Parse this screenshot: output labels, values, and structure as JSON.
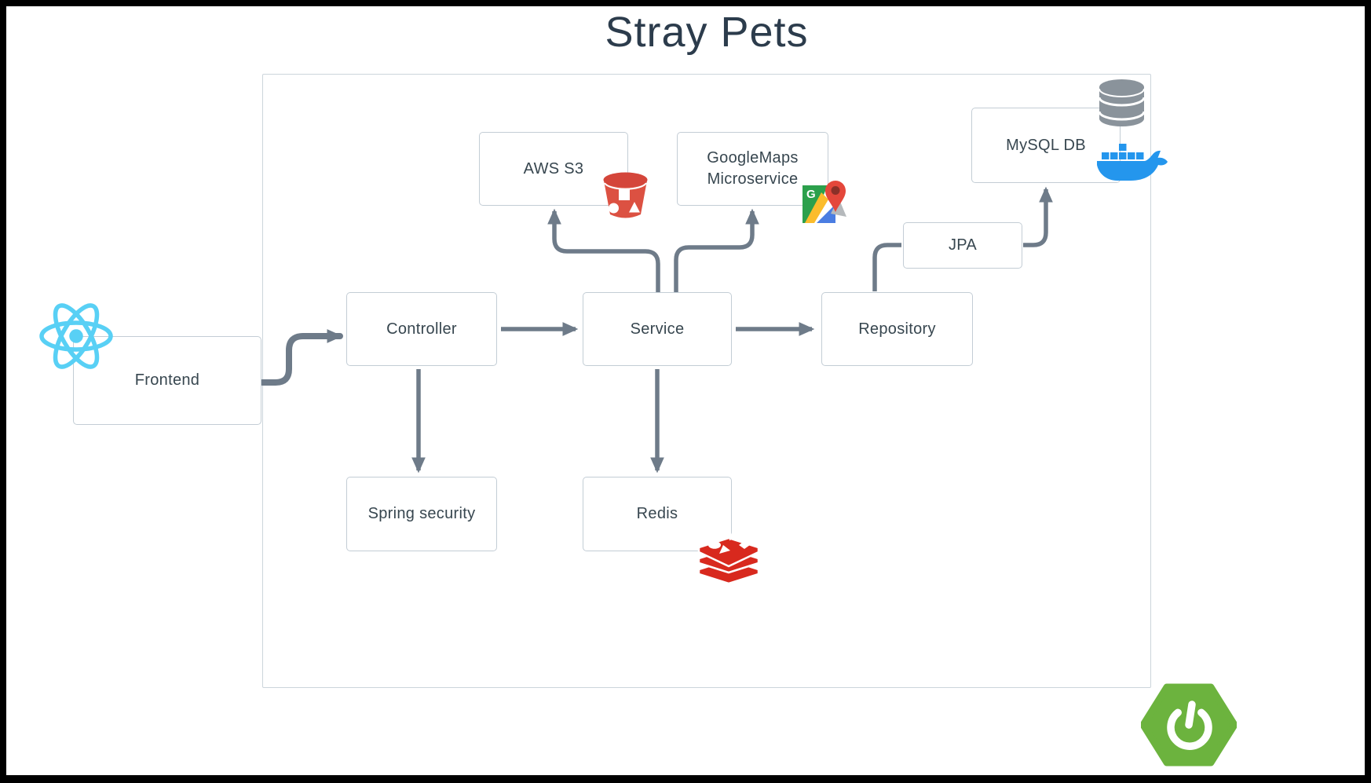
{
  "title": "Stray Pets",
  "nodes": {
    "frontend": {
      "label": "Frontend"
    },
    "controller": {
      "label": "Controller"
    },
    "service": {
      "label": "Service"
    },
    "repository": {
      "label": "Repository"
    },
    "jpa": {
      "label": "JPA"
    },
    "mysql_db": {
      "label": "MySQL DB"
    },
    "aws_s3": {
      "label": "AWS S3"
    },
    "googlemaps_microservice": {
      "line1": "GoogleMaps",
      "line2": "Microservice"
    },
    "spring_security": {
      "label": "Spring security"
    },
    "redis": {
      "label": "Redis"
    }
  },
  "edges": [
    {
      "from": "frontend",
      "to": "controller"
    },
    {
      "from": "controller",
      "to": "service"
    },
    {
      "from": "service",
      "to": "repository"
    },
    {
      "from": "service",
      "to": "aws_s3"
    },
    {
      "from": "service",
      "to": "googlemaps_microservice"
    },
    {
      "from": "repository",
      "to": "jpa"
    },
    {
      "from": "jpa",
      "to": "mysql_db"
    },
    {
      "from": "controller",
      "to": "spring_security"
    },
    {
      "from": "service",
      "to": "redis"
    }
  ],
  "icons": {
    "react": {
      "name": "react-icon",
      "color": "#58d0f5"
    },
    "s3_bucket": {
      "name": "s3-bucket-icon",
      "color": "#dc5142"
    },
    "google_maps": {
      "name": "google-maps-icon",
      "letter": "G",
      "green": "#2ca04c",
      "yellow": "#fbbc2c",
      "blue": "#4a7de2",
      "pin": "#e4473b"
    },
    "database": {
      "name": "database-icon",
      "color": "#8a939b"
    },
    "docker": {
      "name": "docker-icon",
      "color": "#2496ed"
    },
    "redis": {
      "name": "redis-icon",
      "color": "#d8291e"
    },
    "spring_boot": {
      "name": "spring-boot-icon",
      "color": "#6cb33e"
    }
  },
  "colors": {
    "text": "#37464f",
    "title": "#2c3c4c",
    "arrow": "#6e7b89",
    "box_border": "#c3cdd5",
    "container_border": "#ccd5db",
    "background": "#ffffff",
    "frame": "#000000"
  }
}
